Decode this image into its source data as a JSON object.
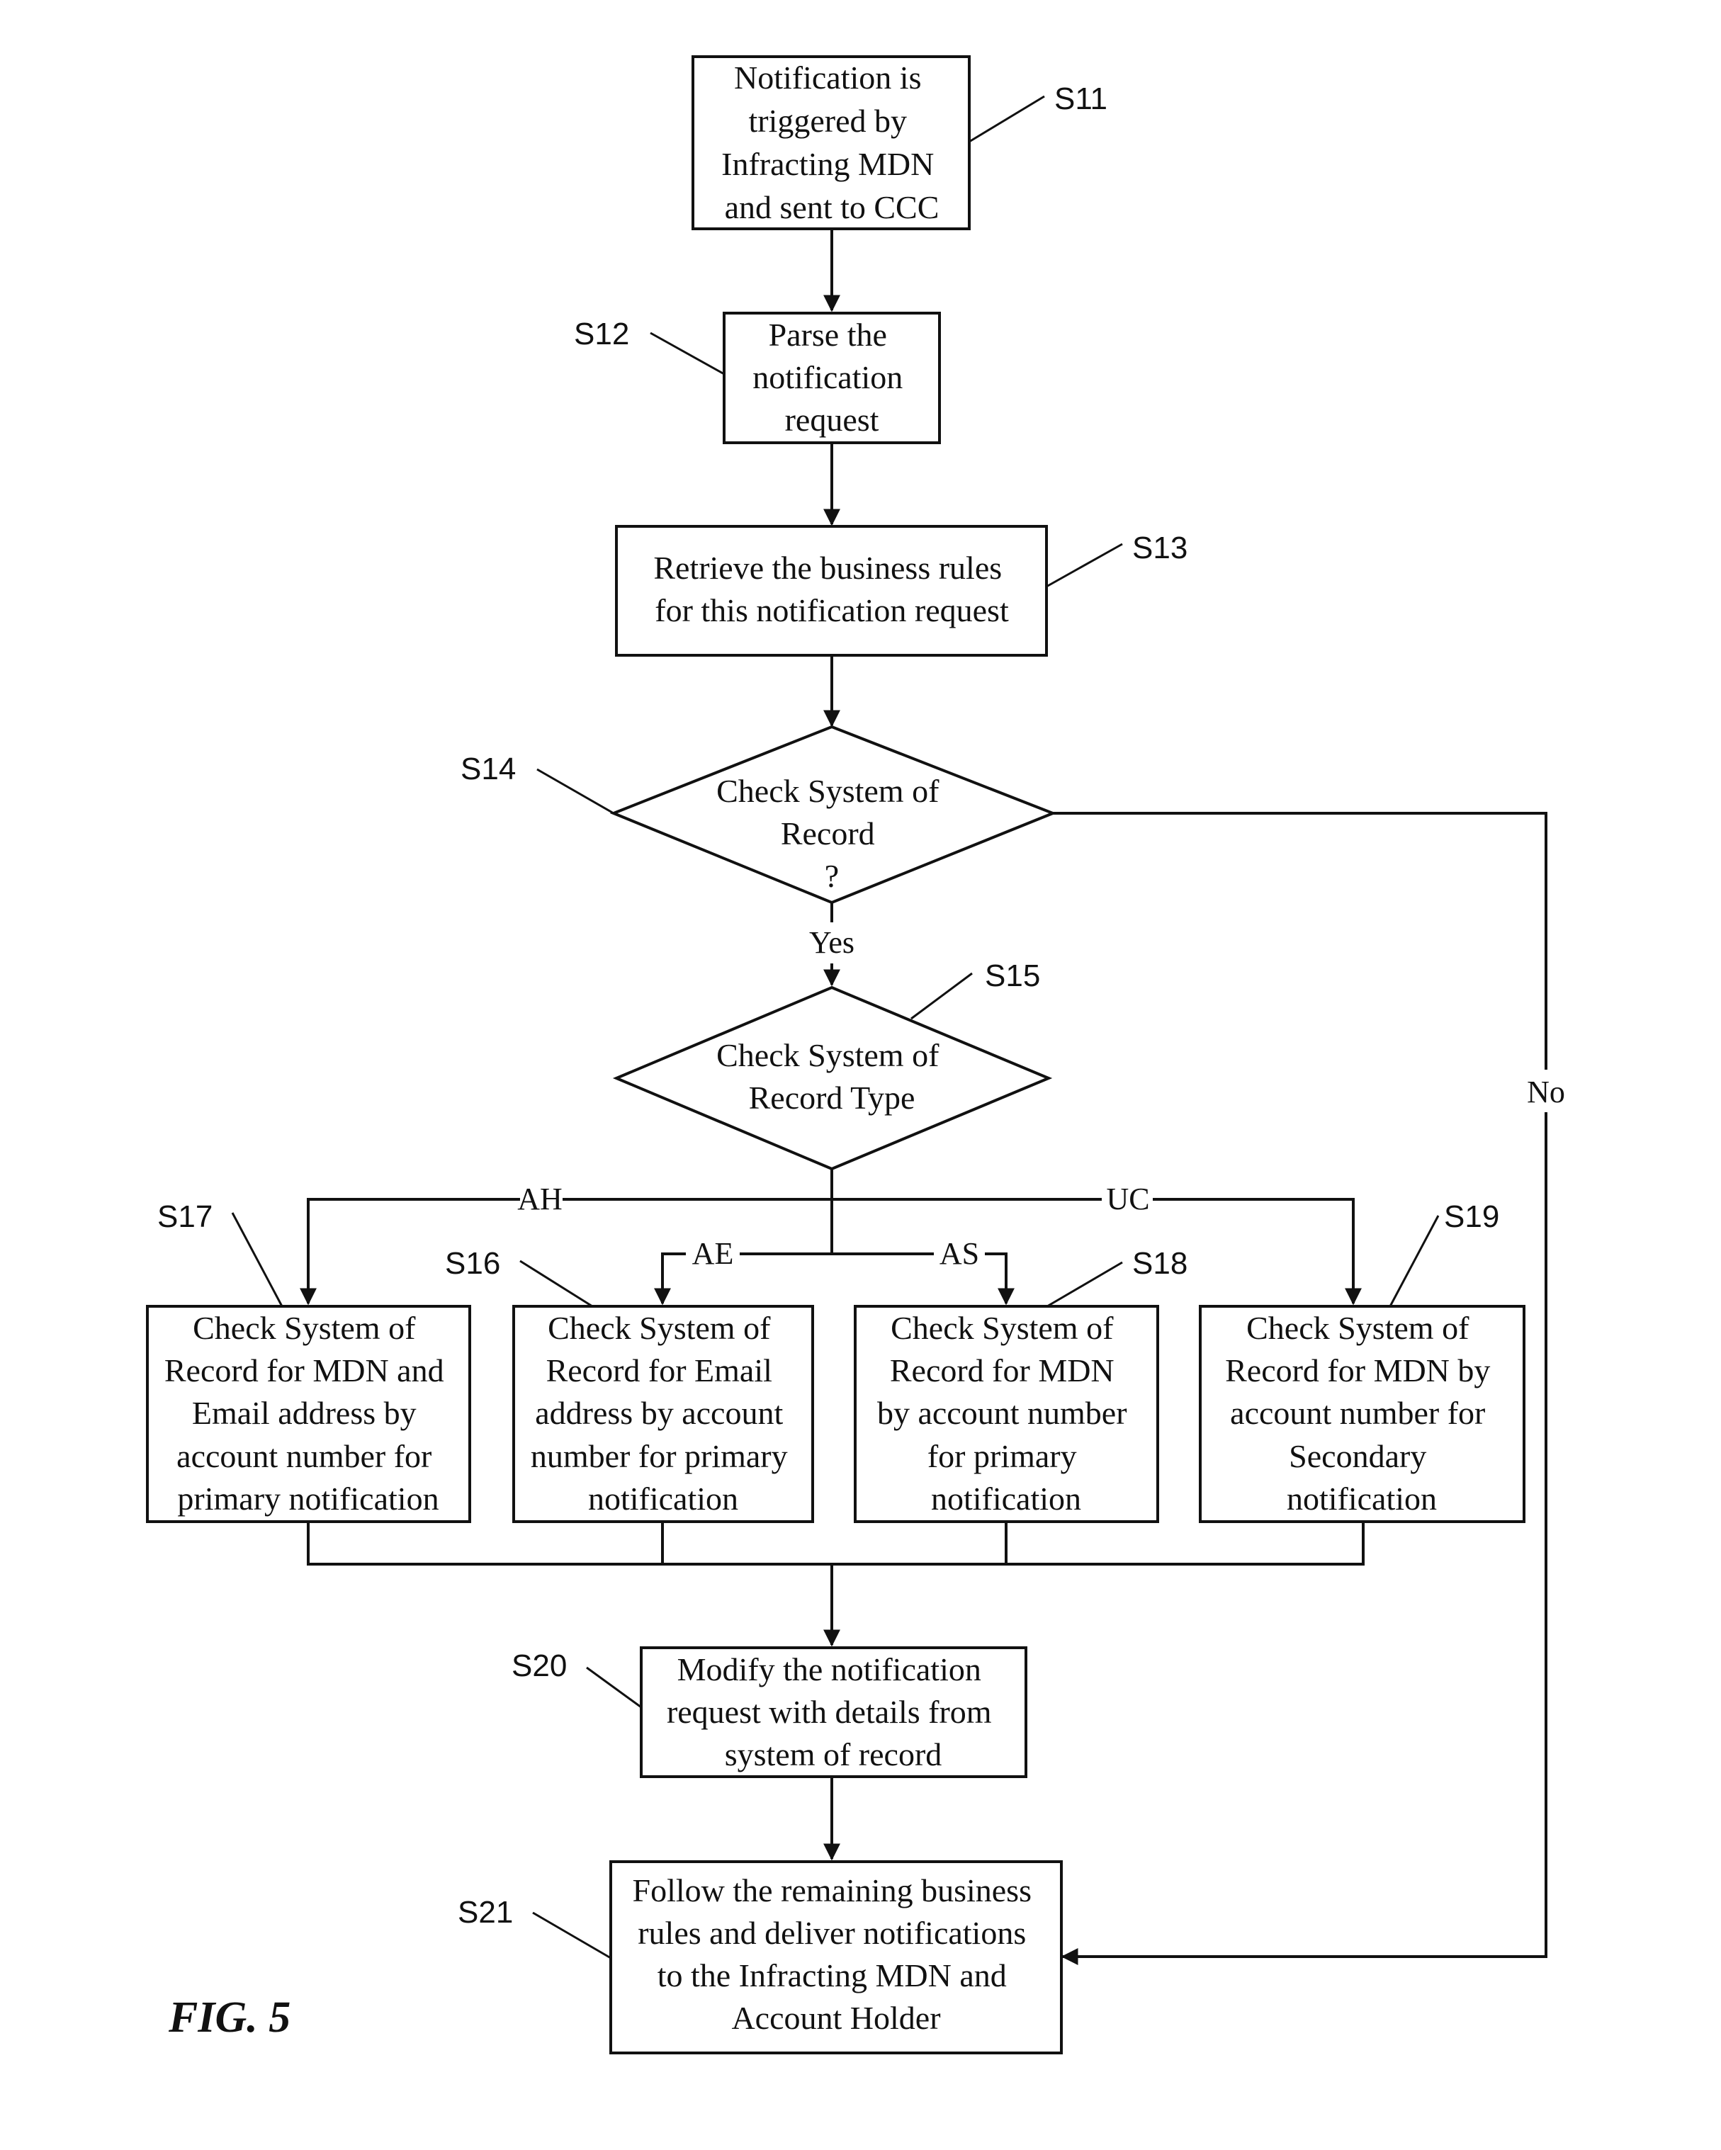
{
  "figure_label": "FIG. 5",
  "nodes": {
    "s11": {
      "step": "S11",
      "lines": [
        "Notification is",
        "triggered by",
        "Infracting MDN",
        "and sent to CCC"
      ]
    },
    "s12": {
      "step": "S12",
      "lines": [
        "Parse the",
        "notification",
        "request"
      ]
    },
    "s13": {
      "step": "S13",
      "lines": [
        "Retrieve the business rules",
        "for this notification request"
      ]
    },
    "s14": {
      "step": "S14",
      "lines": [
        "Check System of",
        "Record",
        "?"
      ]
    },
    "s15": {
      "step": "S15",
      "lines": [
        "Check System of",
        "Record Type"
      ]
    },
    "s17": {
      "step": "S17",
      "lines": [
        "Check System of",
        "Record for MDN and",
        "Email address by",
        "account number for",
        "primary notification"
      ]
    },
    "s16": {
      "step": "S16",
      "lines": [
        "Check System of",
        "Record for Email",
        "address by account",
        "number for primary",
        "notification"
      ]
    },
    "s18": {
      "step": "S18",
      "lines": [
        "Check System of",
        "Record for MDN",
        "by account number",
        "for primary",
        "notification"
      ]
    },
    "s19": {
      "step": "S19",
      "lines": [
        "Check System of",
        "Record for MDN by",
        "account number for",
        "Secondary",
        "notification"
      ]
    },
    "s20": {
      "step": "S20",
      "lines": [
        "Modify the notification",
        "request with details from",
        "system of record"
      ]
    },
    "s21": {
      "step": "S21",
      "lines": [
        "Follow the remaining business",
        "rules and deliver notifications",
        "to the Infracting MDN and",
        "Account Holder"
      ]
    }
  },
  "edge_labels": {
    "yes": "Yes",
    "no": "No",
    "ah": "AH",
    "ae": "AE",
    "as": "AS",
    "uc": "UC"
  }
}
